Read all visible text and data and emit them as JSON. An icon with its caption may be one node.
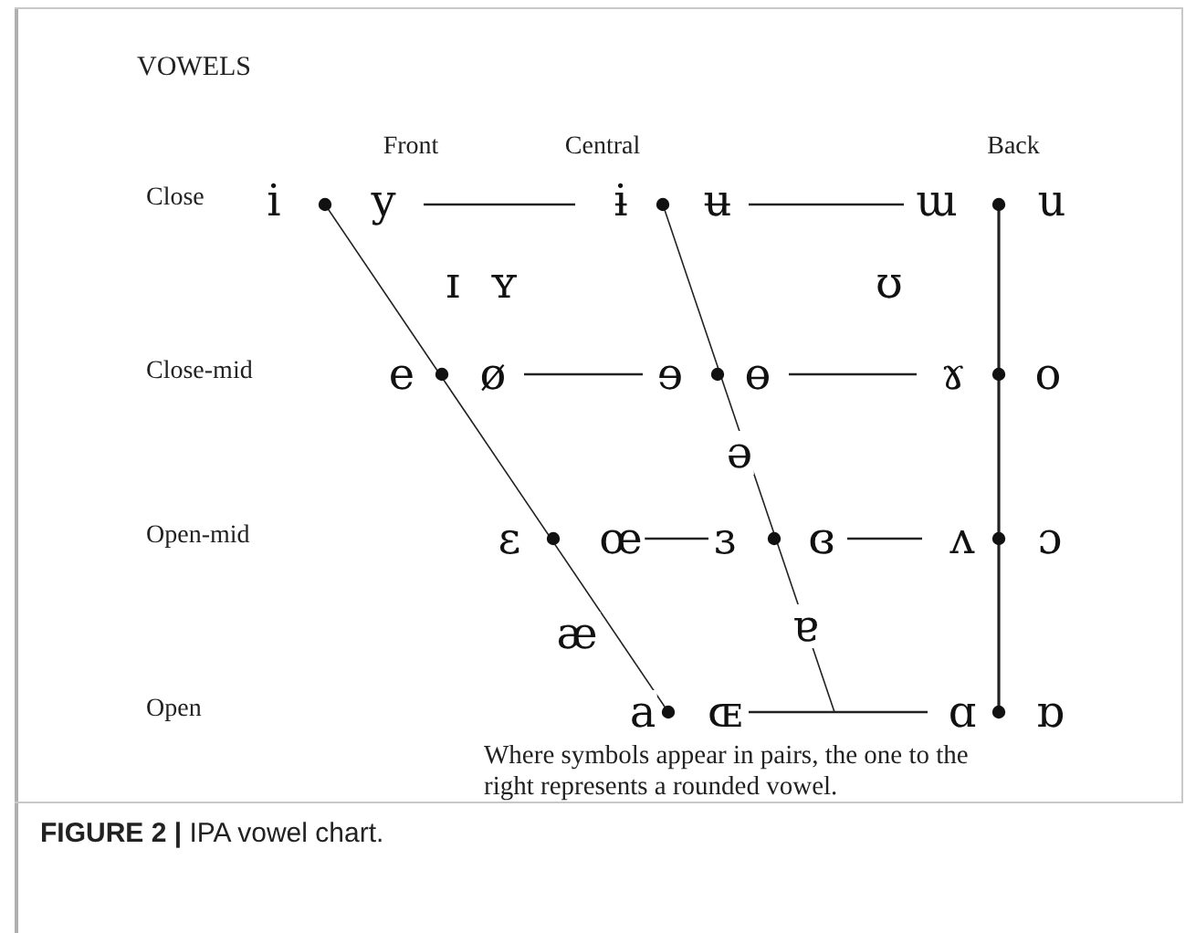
{
  "diagram": {
    "title": "VOWELS",
    "caption": "**FIGURE 2 |** IPA vowel chart.",
    "labels": [
      "Front",
      "Central",
      "Back",
      "Close",
      "i",
      "y",
      "ɨ",
      "ʉ",
      "ɯ",
      "u",
      "ɪ",
      "ʏ",
      "ʊ",
      "Close-mid",
      "e",
      "ø",
      "ɘ",
      "ɵ",
      "ɤ",
      "o",
      "ə",
      "Open-mid",
      "ɛ",
      "œ",
      "ɜ",
      "ɞ",
      "ʌ",
      "ɔ",
      "æ",
      "ɐ",
      "Open",
      "a",
      "ɶ",
      "ɑ",
      "ɒ",
      "Where symbols appear in pairs, the one to the right represents a rounded vowel."
    ]
  }
}
